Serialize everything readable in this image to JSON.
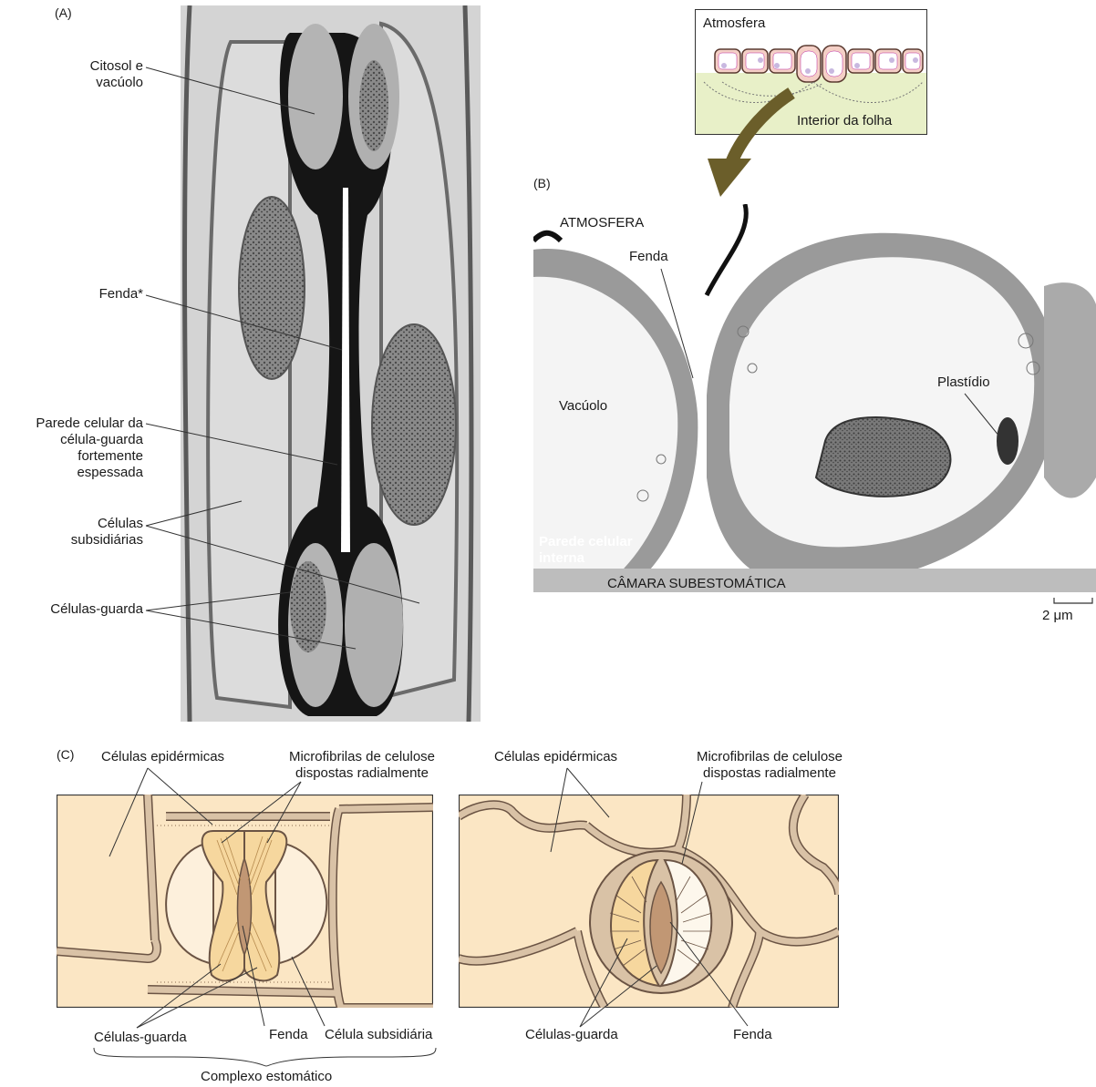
{
  "panelA": {
    "letter": "(A)",
    "labels": {
      "citosol": "Citosol e\nvacúolo",
      "citosol_l1": "Citosol e",
      "citosol_l2": "vacúolo",
      "fenda": "Fenda*",
      "parede_l1": "Parede celular da",
      "parede_l2": "célula-guarda",
      "parede_l3": "fortemente",
      "parede_l4": "espessada",
      "subsid_l1": "Células",
      "subsid_l2": "subsidiárias",
      "guarda": "Células-guarda"
    }
  },
  "inset": {
    "atmosfera": "Atmosfera",
    "interior": "Interior da folha"
  },
  "panelB": {
    "letter": "(B)",
    "labels": {
      "atmosfera": "ATMOSFERA",
      "fenda": "Fenda",
      "vacuolo": "Vacúolo",
      "plastidio": "Plastídio",
      "parede_l1": "Parede celular",
      "parede_l2": "interna",
      "camara": "CÂMARA SUBESTOMÁTICA",
      "scale": "2 μm"
    }
  },
  "panelC": {
    "letter": "(C)",
    "left": {
      "epid": "Células epidérmicas",
      "micro_l1": "Microfibrilas de celulose",
      "micro_l2": "dispostas radialmente",
      "guarda": "Células-guarda",
      "fenda": "Fenda",
      "subsid": "Célula subsidiária",
      "complexo": "Complexo estomático"
    },
    "right": {
      "epid": "Células epidérmicas",
      "micro_l1": "Microfibrilas de celulose",
      "micro_l2": "dispostas radialmente",
      "guarda": "Células-guarda",
      "fenda": "Fenda"
    }
  },
  "colors": {
    "tissue": "#fbe6c4",
    "wall": "#d9c2a6",
    "guard": "#f6d79e",
    "pore": "#c19774",
    "inset_bg": "#e8f0c8",
    "arrow": "#6b5e2a"
  }
}
